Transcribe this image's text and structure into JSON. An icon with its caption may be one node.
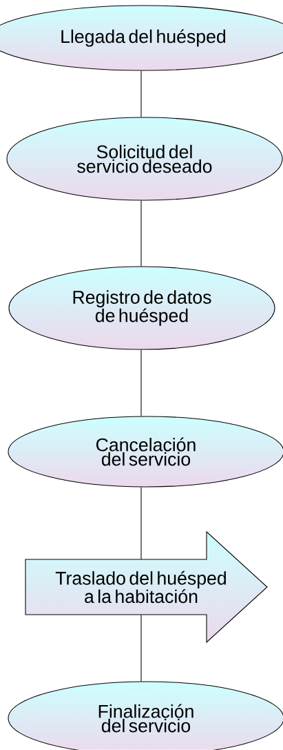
{
  "diagram": {
    "nodes": [
      {
        "text": [
          "Llegada del huésped"
        ]
      },
      {
        "text": [
          "Solicitud del servicio deseado"
        ]
      },
      {
        "text": [
          "Registro de datos de huésped"
        ]
      },
      {
        "text": [
          "Cancelación del servicio"
        ]
      },
      {
        "text": [
          "Traslado del huésped a la habitación"
        ]
      },
      {
        "text": [
          "Finalización del servicio"
        ]
      }
    ],
    "edges": [
      {
        "from": 0,
        "to": 1,
        "arrow": "none"
      },
      {
        "from": 1,
        "to": 2,
        "arrow": "none"
      },
      {
        "from": 2,
        "to": 3,
        "arrow": "none"
      },
      {
        "from": 3,
        "to": 4,
        "arrow": "none"
      },
      {
        "from": 4,
        "to": 5,
        "arrow": "none"
      }
    ]
  }
}
